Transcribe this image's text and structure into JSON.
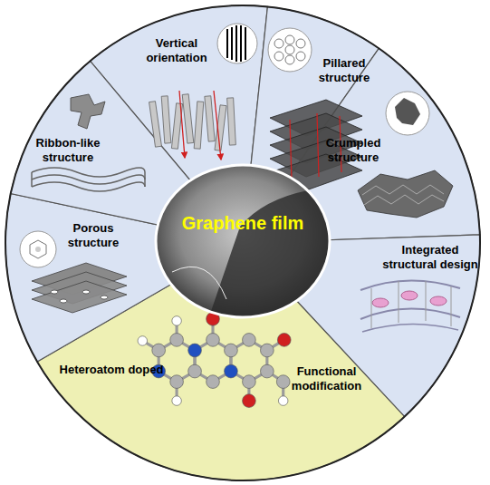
{
  "diagram": {
    "nodes": [
      {
        "text": [
          "Vertical orientation"
        ]
      },
      {
        "text": [
          "Pillared structure"
        ]
      },
      {
        "text": [
          "Crumpled structure"
        ]
      },
      {
        "text": [
          "Integrated structural design"
        ]
      },
      {
        "text": [
          "Heteroatom doped",
          "Functional modification"
        ]
      },
      {
        "text": [
          "Porous structure"
        ]
      },
      {
        "text": [
          "Ribbon-like structure"
        ]
      },
      {
        "text": [
          "Graphene film"
        ]
      }
    ]
  }
}
